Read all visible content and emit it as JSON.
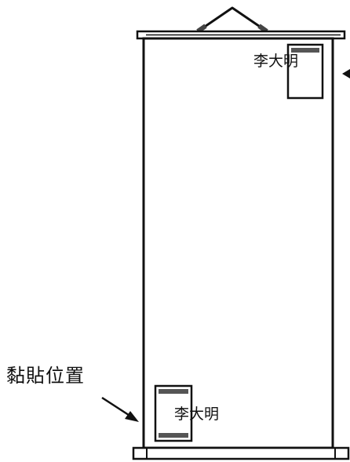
{
  "scroll": {
    "label_top": "李大明",
    "label_bottom": "李大明"
  },
  "annotation": {
    "caption": "黏貼位置"
  }
}
